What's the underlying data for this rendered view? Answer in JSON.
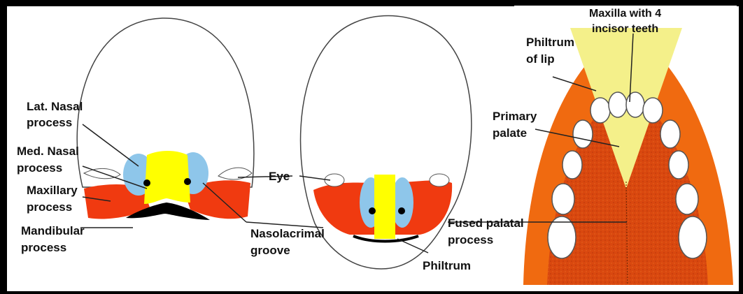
{
  "labels": {
    "lat_nasal": [
      "Lat. Nasal",
      "process"
    ],
    "med_nasal": [
      "Med. Nasal",
      "process"
    ],
    "maxillary": [
      "Maxillary",
      "process"
    ],
    "mandibular": [
      "Mandibular",
      "process"
    ],
    "eye": "Eye",
    "nasolacrimal": [
      "Nasolacrimal",
      "groove"
    ],
    "philtrum": "Philtrum",
    "fused_palatal": [
      "Fused palatal",
      "process"
    ],
    "philtrum_of_lip": [
      "Philtrum",
      "of lip"
    ],
    "maxilla": [
      "Maxilla with 4",
      "incisor teeth"
    ],
    "primary_palate": [
      "Primary",
      "palate"
    ]
  },
  "colors": {
    "lateral_nasal": "#8ec6ea",
    "medial_nasal": "#ffff00",
    "maxillary": "#f03a10",
    "mandibular": "#000000",
    "palate_outer": "#f06a10",
    "palate_inner": "#d2450f",
    "primary_palate": "#f4f08a"
  }
}
